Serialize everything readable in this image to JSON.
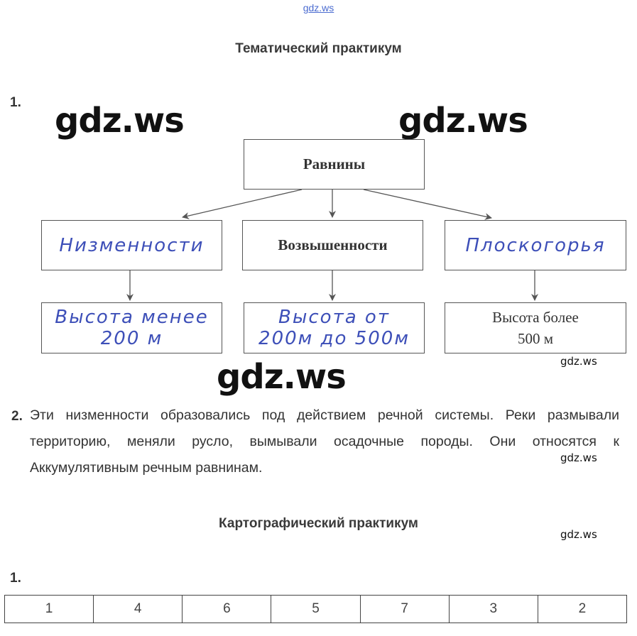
{
  "watermark": {
    "top": "gdz.ws",
    "big": "gdz.ws",
    "small": "gdz.ws"
  },
  "section1": {
    "title": "Тематический практикум",
    "task1_number": "1.",
    "diagram": {
      "root": "Равнины",
      "level2": {
        "left": "Низменности",
        "middle": "Возвышенности",
        "right": "Плоскогорья"
      },
      "level3": {
        "left": [
          "Высота менее",
          "200 м"
        ],
        "middle": [
          "Высота от",
          "200м до 500м"
        ],
        "right": [
          "Высота более",
          "500 м"
        ]
      }
    },
    "task2_number": "2.",
    "task2_text": "Эти низменности образовались под действием речной системы. Реки размывали территорию, меняли русло, вымывали осадочные породы. Они относятся к Аккумулятивным речным равнинам."
  },
  "section2": {
    "title": "Картографический практикум",
    "task1_number": "1.",
    "table_row": [
      "1",
      "4",
      "6",
      "5",
      "7",
      "3",
      "2"
    ]
  }
}
